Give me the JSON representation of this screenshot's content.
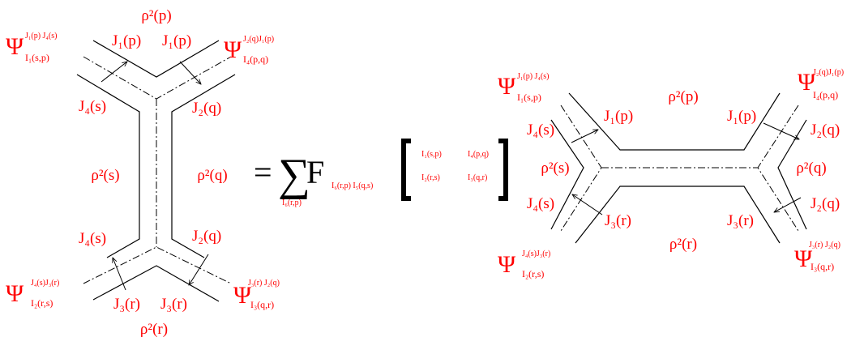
{
  "left_graph": {
    "rho_top": "ρ²(p)",
    "rho_left": "ρ²(s)",
    "rho_right": "ρ²(q)",
    "rho_bottom": "ρ²(r)",
    "j1_a": "J₁(p)",
    "j1_b": "J₁(p)",
    "j4_a": "J₄(s)",
    "j4_b": "J₄(s)",
    "j2_a": "J₂(q)",
    "j2_b": "J₂(q)",
    "j3_a": "J₃(r)",
    "j3_b": "J₃(r)",
    "psi_tl": {
      "base": "Ψ",
      "sup": "J₁(p)  J₄(s)",
      "sub": "I₁(s,p)"
    },
    "psi_tr": {
      "base": "Ψ",
      "sup": "J₂(q)J₁(p)",
      "sub": "I₄(p,q)"
    },
    "psi_bl": {
      "base": "Ψ",
      "sup": "J₄(s)J₃(r)",
      "sub": "I₂(r,s)"
    },
    "psi_br": {
      "base": "Ψ",
      "sup": "J₃(r)  J₂(q)",
      "sub": "I₃(q,r)"
    }
  },
  "equation": {
    "equals": "=",
    "sum": "∑",
    "sum_sub": "I₆(r,p)",
    "F": "F",
    "F_sub": "I₆(r,p) I₅(q,s)",
    "matrix": {
      "r1c1": "I₁(s,p)",
      "r1c2": "I₄(p,q)",
      "r2c1": "I₂(r,s)",
      "r2c2": "I₃(q,r)"
    }
  },
  "right_graph": {
    "rho_top": "ρ²(p)",
    "rho_left": "ρ²(s)",
    "rho_right": "ρ²(q)",
    "rho_bottom": "ρ²(r)",
    "j1_a": "J₁(p)",
    "j1_b": "J₁(p)",
    "j4_a": "J₄(s)",
    "j4_b": "J₄(s)",
    "j2_a": "J₂(q)",
    "j2_b": "J₂(q)",
    "j3_a": "J₃(r)",
    "j3_b": "J₃(r)",
    "psi_tl": {
      "base": "Ψ",
      "sup": "J₁(p)  J₄(s)",
      "sub": "I₁(s,p)"
    },
    "psi_tr": {
      "base": "Ψ",
      "sup": "J₂(q)J₁(p)",
      "sub": "I₄(p,q)"
    },
    "psi_bl": {
      "base": "Ψ",
      "sup": "J₄(s)J₃(r)",
      "sub": "I₂(r,s)"
    },
    "psi_br": {
      "base": "Ψ",
      "sup": "J₃(r)  J₂(q)",
      "sub": "I₃(q,r)"
    }
  },
  "colors": {
    "label": "#ff0000",
    "line": "#000000",
    "background": "#ffffff"
  }
}
